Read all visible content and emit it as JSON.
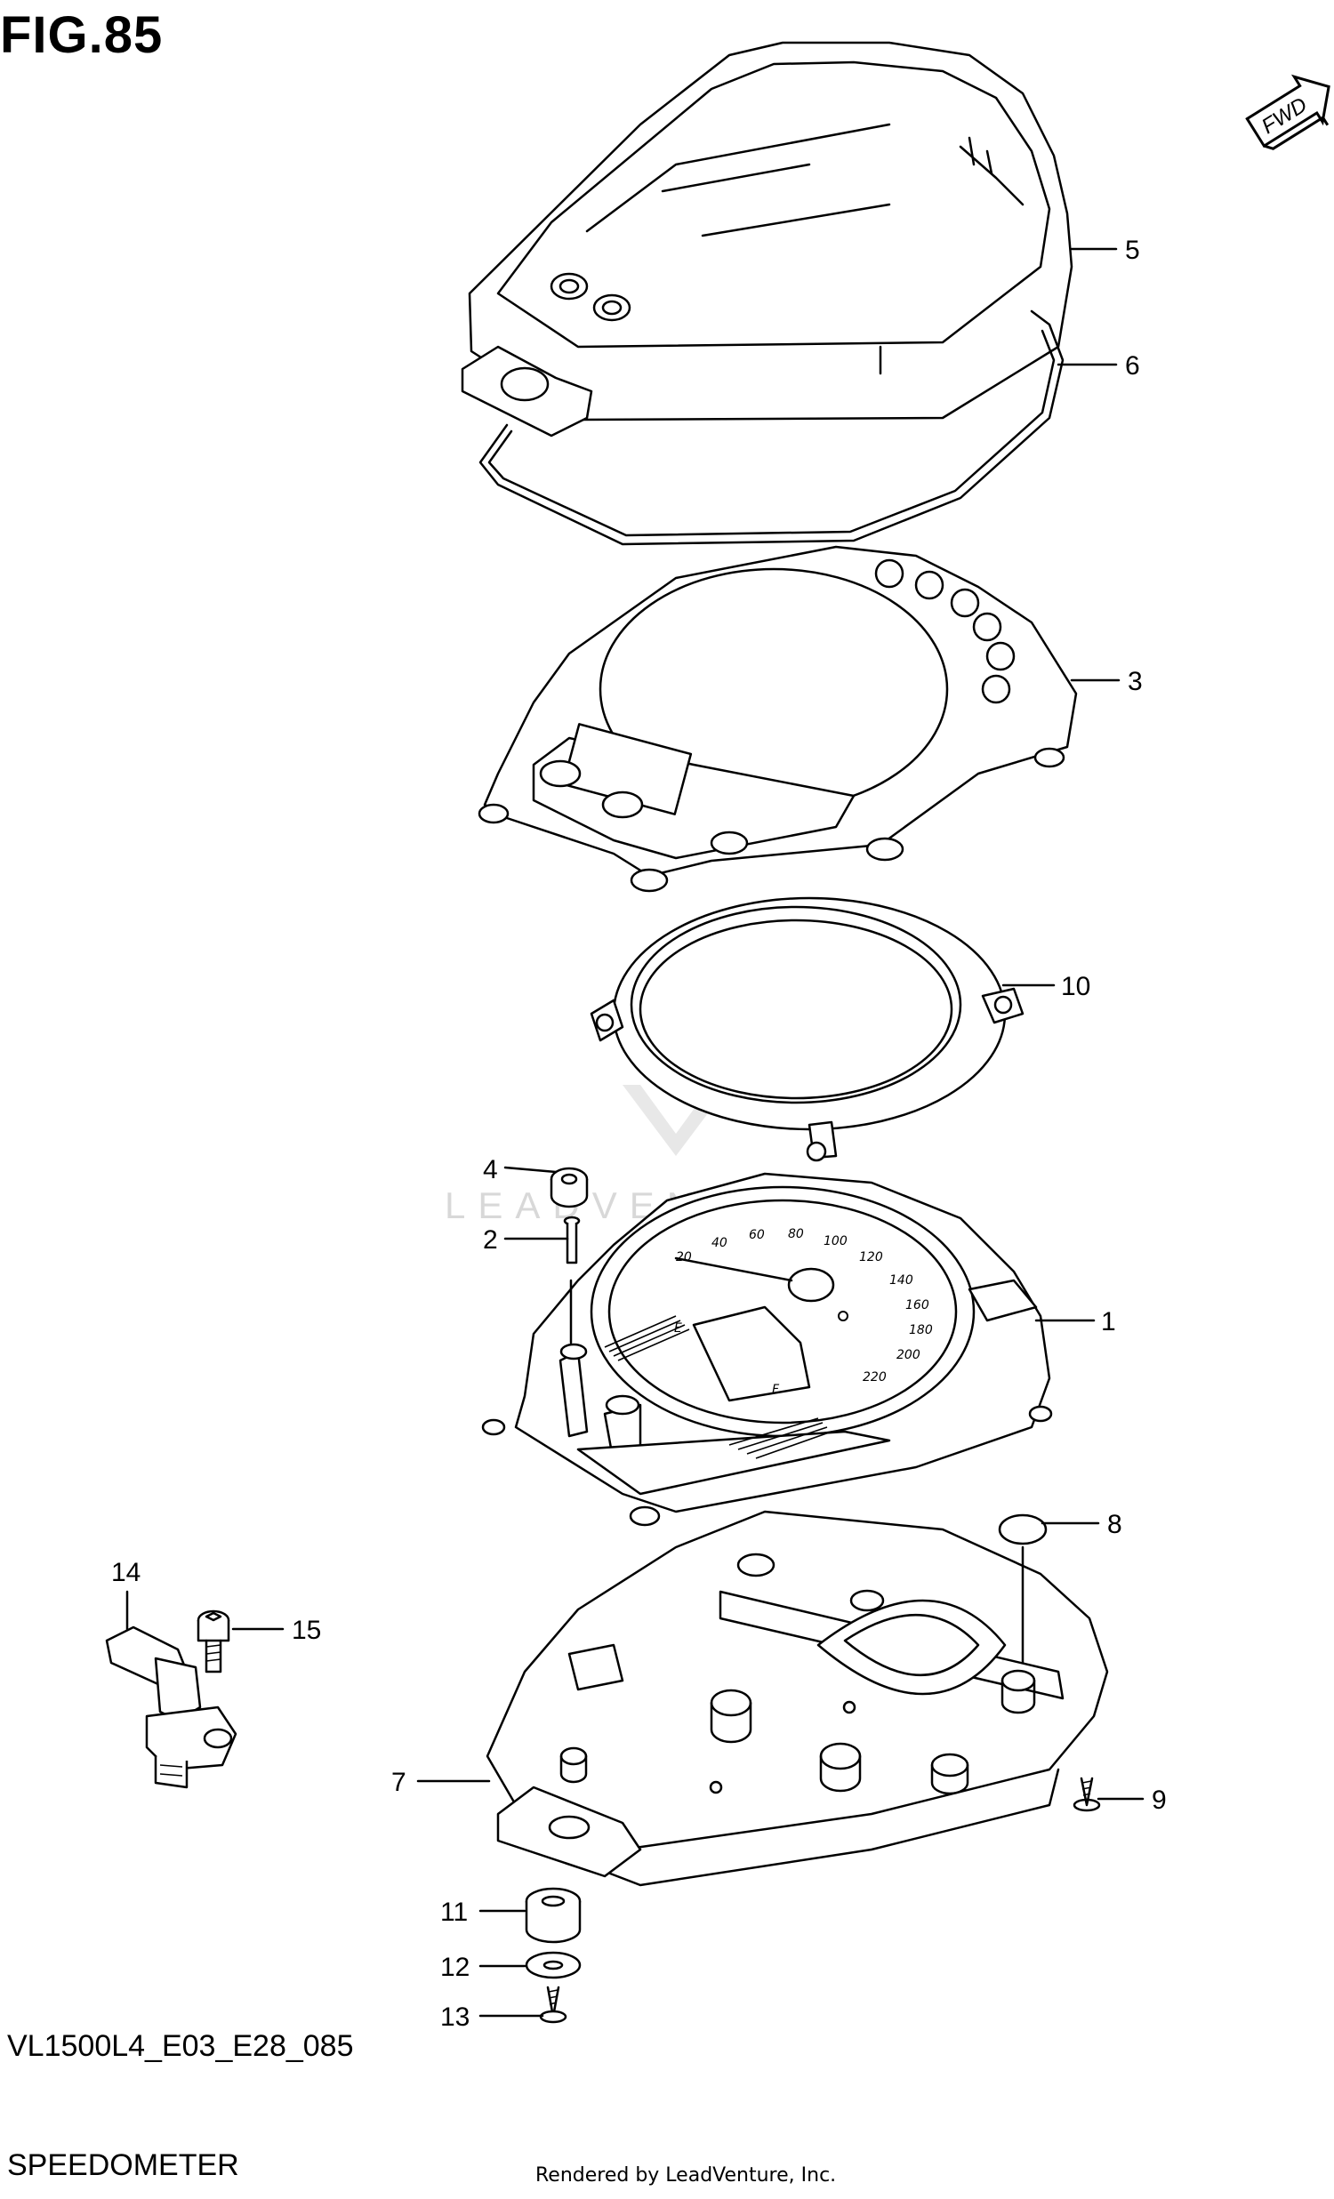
{
  "figure": {
    "title": "FIG.85",
    "model_code": "VL1500L4_E03_E28_085",
    "name": "SPEEDOMETER",
    "credit": "Rendered by LeadVenture, Inc.",
    "watermark": "LEADVENTURE",
    "direction_label": "FWD"
  },
  "callouts": [
    "1",
    "2",
    "3",
    "4",
    "5",
    "6",
    "7",
    "8",
    "9",
    "10",
    "11",
    "12",
    "13",
    "14",
    "15"
  ],
  "dial_numbers": [
    "20",
    "40",
    "60",
    "80",
    "100",
    "120",
    "140",
    "160",
    "180",
    "200",
    "220"
  ],
  "dial_marks": {
    "empty": "E",
    "full": "F"
  }
}
